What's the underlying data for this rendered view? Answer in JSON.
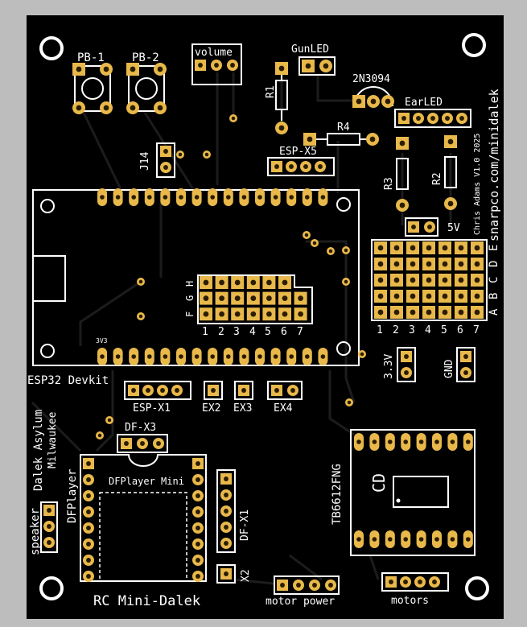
{
  "board": {
    "title": "RC Mini-Dalek",
    "credit": "Chris Adams V1.0 2025",
    "url": "snarpco.com/minidalek",
    "club_line1": "Dalek Asylum",
    "club_line2": "Milwaukee"
  },
  "labels": {
    "pb1": "PB-1",
    "pb2": "PB-2",
    "volume": "volume",
    "gunled": "GunLED",
    "r1": "R1",
    "r2": "R2",
    "r3": "R3",
    "r4": "R4",
    "transistor": "2N3094",
    "earled": "EarLED",
    "j14": "J14",
    "espx5": "ESP-X5",
    "v5": "5V",
    "v3": "3.3V",
    "gnd": "GND",
    "esp32": "ESP32 Devkit",
    "v3v3": "3V3",
    "espx1": "ESP-X1",
    "ex2": "EX2",
    "ex3": "EX3",
    "ex4": "EX4",
    "dfx3": "DF-X3",
    "dfplayer_side": "DFPlayer",
    "dfplayer_mini": "DFPlayer Mini",
    "dfx1": "DF-X1",
    "x2": "X2",
    "speaker": "speaker",
    "motor_power": "motor power",
    "motors": "motors",
    "driver": "TB6612FNG",
    "driver_glyph": "CD"
  },
  "grid_small": {
    "rows": [
      "F",
      "G",
      "H"
    ],
    "cols": [
      "1",
      "2",
      "3",
      "4",
      "5",
      "6",
      "7"
    ]
  },
  "grid_large": {
    "rows": [
      "A",
      "B",
      "C",
      "D",
      "E"
    ],
    "cols": [
      "1",
      "2",
      "3",
      "4",
      "5",
      "6",
      "7"
    ]
  },
  "colors": {
    "board": "#000000",
    "frame": "#bdbdbd",
    "silkscreen": "#ffffff",
    "pad": "#e8b84a",
    "pad_hole": "#2a1d00",
    "trace": "#1c1c1c"
  }
}
